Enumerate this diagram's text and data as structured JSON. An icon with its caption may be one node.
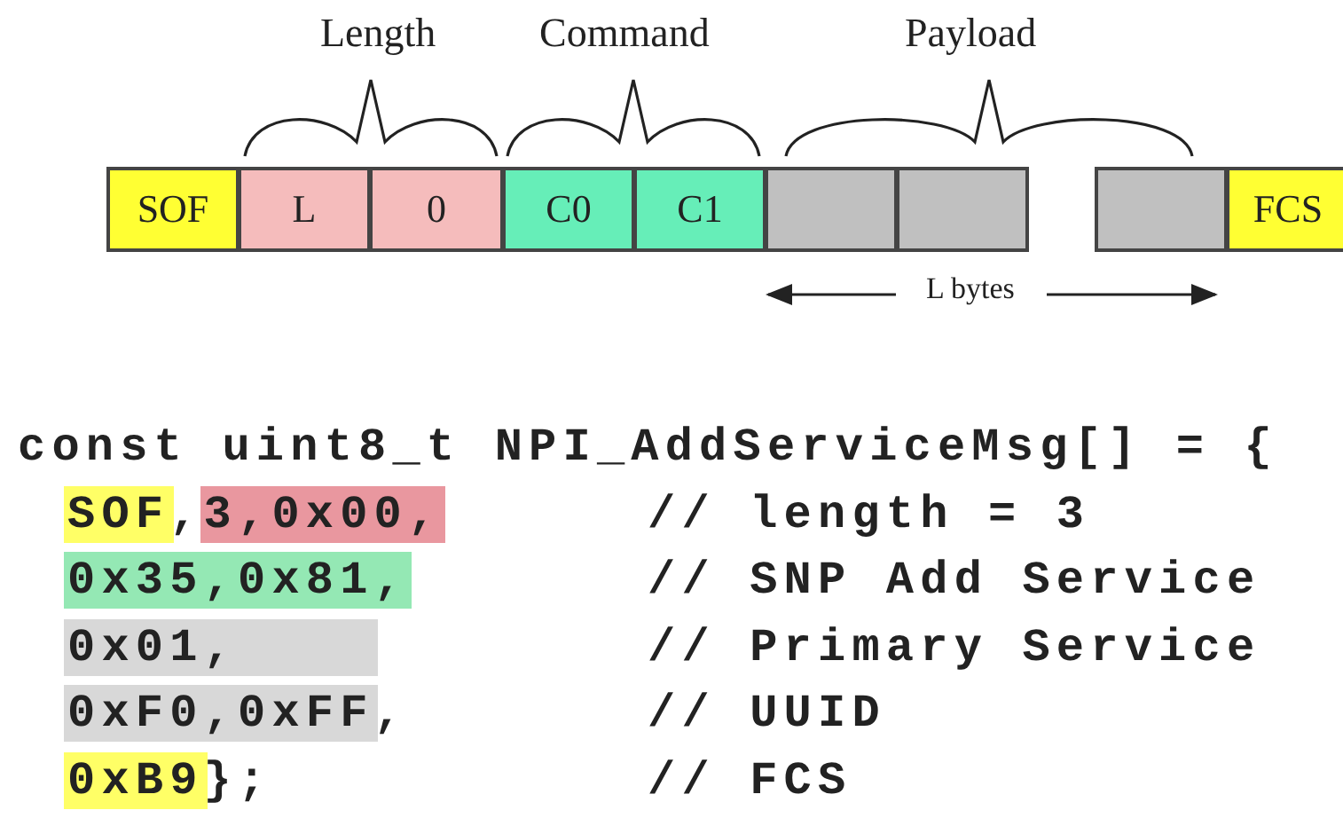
{
  "diagram": {
    "nodes": [
      {
        "text": [
          "SOF"
        ]
      },
      {
        "text": [
          "L"
        ]
      },
      {
        "text": [
          "0"
        ]
      },
      {
        "text": [
          "C0"
        ]
      },
      {
        "text": [
          "C1"
        ]
      },
      {
        "text": [],
        "shape": "box"
      },
      {
        "text": [],
        "shape": "box"
      },
      {
        "text": [],
        "shape": "box"
      },
      {
        "text": [
          "FCS"
        ]
      },
      {
        "text": [
          "SOF"
        ]
      },
      {
        "text": [
          "3,0x00,"
        ]
      },
      {
        "text": [
          "0x35,0x81,"
        ]
      },
      {
        "text": [
          "0x01,"
        ]
      },
      {
        "text": [
          "0xF0,0xFF"
        ]
      },
      {
        "text": [
          "0xB9"
        ]
      }
    ],
    "labels": [
      "Length",
      "Command",
      "Payload",
      "L bytes",
      "const uint8_t NPI_AddServiceMsg[] = {",
      ",",
      "// length = 3",
      "// SNP Add Service",
      "// Primary Service",
      ",",
      "// UUID",
      "};",
      "// FCS"
    ]
  }
}
